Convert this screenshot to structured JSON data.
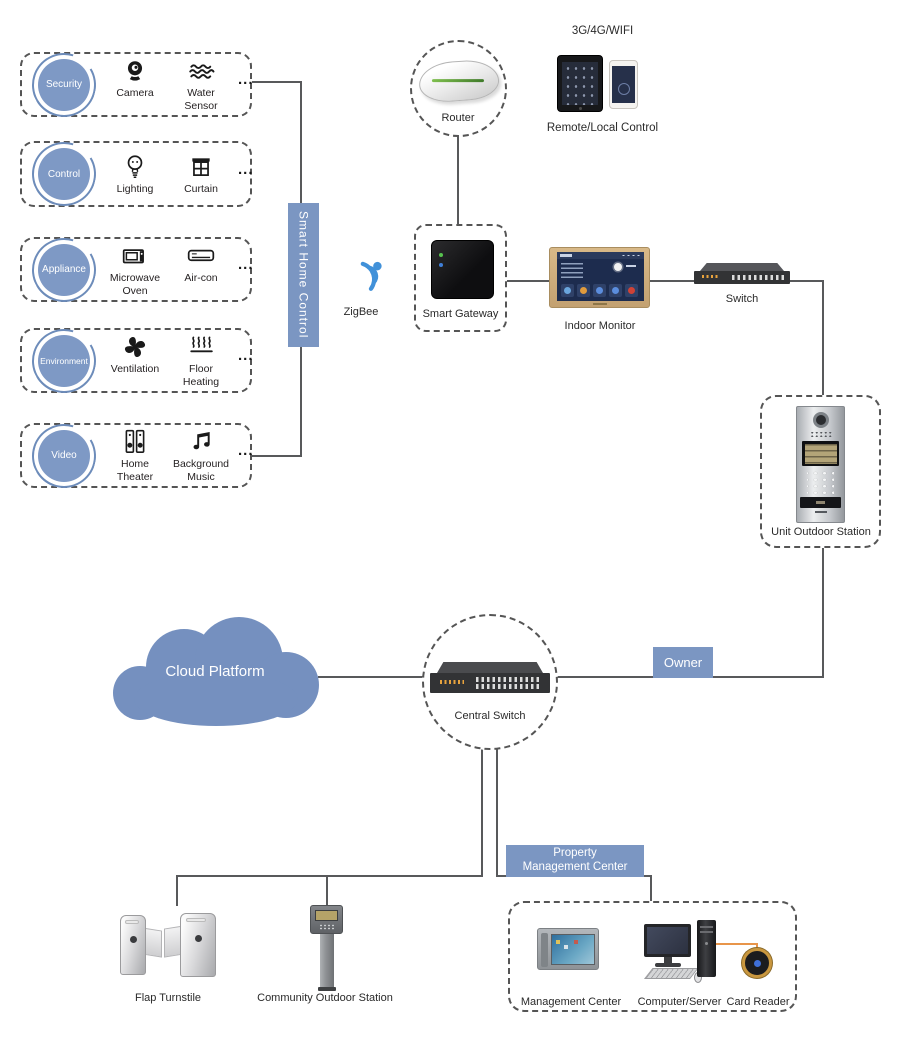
{
  "colors": {
    "accent": "#7b96c2",
    "accent_dark": "#6d8cba",
    "zigbee_blue": "#4191d9",
    "wire": "#58595b"
  },
  "categories": [
    {
      "label": "Security",
      "more": "...",
      "items": [
        {
          "icon": "webcam-icon",
          "label": "Camera"
        },
        {
          "icon": "water-waves-icon",
          "label": "Water Sensor"
        }
      ]
    },
    {
      "label": "Control",
      "more": "...",
      "items": [
        {
          "icon": "light-bulb-icon",
          "label": "Lighting"
        },
        {
          "icon": "curtain-icon",
          "label": "Curtain"
        }
      ]
    },
    {
      "label": "Appliance",
      "more": "...",
      "items": [
        {
          "icon": "microwave-icon",
          "label": "Microwave Oven"
        },
        {
          "icon": "air-conditioner-icon",
          "label": "Air-con"
        }
      ]
    },
    {
      "label": "Environment",
      "more": "...",
      "items": [
        {
          "icon": "fan-icon",
          "label": "Ventilation"
        },
        {
          "icon": "floor-heating-icon",
          "label": "Floor Heating"
        }
      ]
    },
    {
      "label": "Video",
      "more": "...",
      "items": [
        {
          "icon": "speaker-towers-icon",
          "label": "Home Theater"
        },
        {
          "icon": "music-note-icon",
          "label": "Background Music"
        }
      ]
    }
  ],
  "hub": {
    "bar_label": "Smart Home Control",
    "zigbee_label": "ZigBee"
  },
  "network": {
    "router_label": "Router",
    "wireless_label": "3G/4G/WIFI",
    "remote_label": "Remote/Local Control",
    "gateway_label": "Smart Gateway",
    "monitor_label": "Indoor Monitor",
    "switch_label": "Switch",
    "unit_outdoor_label": "Unit Outdoor Station"
  },
  "site": {
    "cloud_label": "Cloud Platform",
    "central_switch_label": "Central Switch",
    "owner_label": "Owner",
    "pmc_line1": "Property",
    "pmc_line2": "Management Center",
    "flap_label": "Flap Turnstile",
    "community_station_label": "Community Outdoor Station",
    "management_label": "Management Center",
    "computer_label": "Computer/Server",
    "card_reader_label": "Card Reader"
  }
}
